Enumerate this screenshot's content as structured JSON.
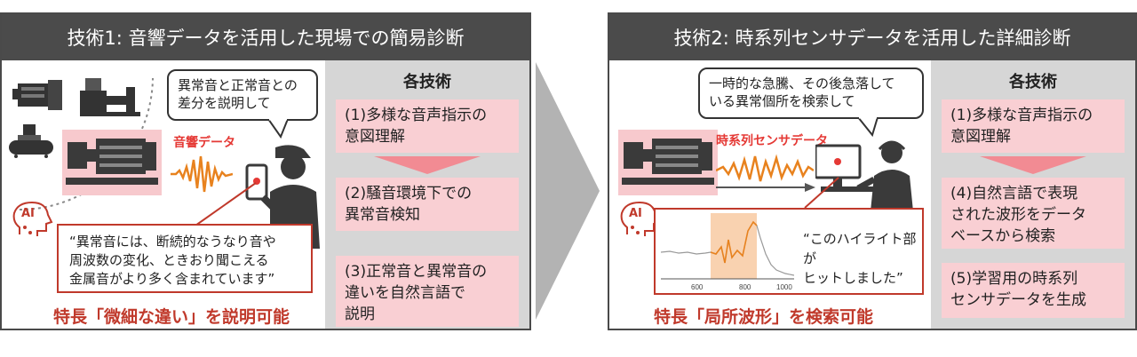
{
  "panel1": {
    "header": "技術1: 音響データを活用した現場での簡易診断",
    "bubble": [
      "異常音と正常音との",
      "差分を説明して"
    ],
    "data_label": "音響データ",
    "quote": [
      "“異常音には、断続的なうなり音や",
      "周波数の変化、ときおり聞こえる",
      "金属音がより多く含まれています”"
    ],
    "feature": "特長「微細な違い」を説明可能",
    "ai_label": "AI",
    "tech_title": "各技術",
    "tech_items": [
      [
        "(1)多様な音声指示の",
        "意図理解"
      ],
      [
        "(2)騒音環境下での",
        "異常音検知"
      ],
      [
        "(3)正常音と異常音の",
        "違いを自然言語で",
        "説明"
      ]
    ]
  },
  "panel2": {
    "header": "技術2: 時系列センサデータを活用した詳細診断",
    "bubble": [
      "一時的な急騰、その後急落して",
      "いる異常個所を検索して"
    ],
    "data_label": "時系列センサデータ",
    "quote": [
      "“このハイライト部が",
      "ヒットしました”"
    ],
    "feature": "特長「局所波形」を検索可能",
    "ai_label": "AI",
    "chart_ticks": [
      "600",
      "800",
      "1000"
    ],
    "tech_title": "各技術",
    "tech_items": [
      [
        "(1)多様な音声指示の",
        "意図理解"
      ],
      [
        "(4)自然言語で表現",
        "された波形をデータ",
        "ベースから検索"
      ],
      [
        "(5)学習用の時系列",
        "センサデータを生成"
      ]
    ]
  },
  "colors": {
    "header_bg": "#4b4b4b",
    "accent_red": "#c0392b",
    "wave_orange": "#e8821e",
    "tech_box": "#f9cfd3",
    "tech_col": "#d6d6d6"
  }
}
